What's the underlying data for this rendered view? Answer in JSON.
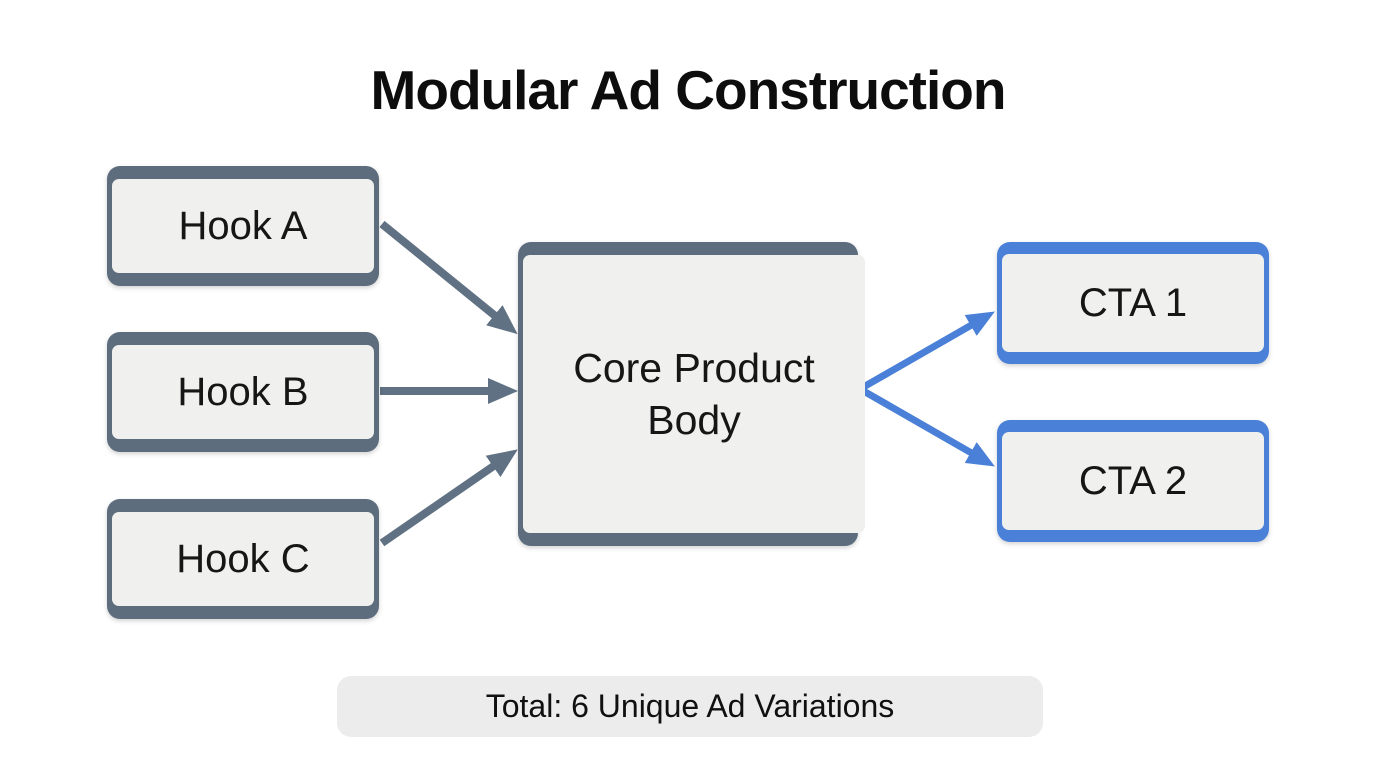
{
  "title": "Modular Ad Construction",
  "colors": {
    "slate": "#5d6d7e",
    "blue": "#4a80d8",
    "box_fill": "#f0f0ee",
    "pill_fill": "#ececec",
    "arrow_gray": "#5f7183",
    "arrow_blue": "#4a80d8"
  },
  "diagram": {
    "hooks": [
      {
        "label": "Hook A"
      },
      {
        "label": "Hook B"
      },
      {
        "label": "Hook C"
      }
    ],
    "core": {
      "label": "Core Product Body"
    },
    "ctas": [
      {
        "label": "CTA 1"
      },
      {
        "label": "CTA 2"
      }
    ],
    "total": "Total: 6 Unique Ad Variations"
  }
}
